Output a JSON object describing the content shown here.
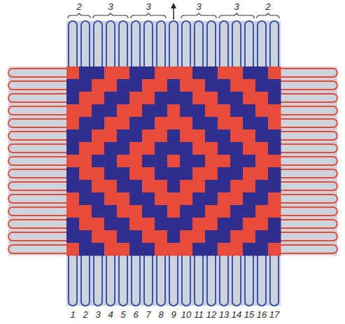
{
  "diagram": {
    "labels": [
      "2",
      "3",
      "3",
      "3",
      "3",
      "2",
      "1",
      "2",
      "3",
      "4",
      "5",
      "6",
      "7",
      "8",
      "9",
      "10",
      "11",
      "12",
      "13",
      "14",
      "15",
      "16",
      "17"
    ]
  }
}
